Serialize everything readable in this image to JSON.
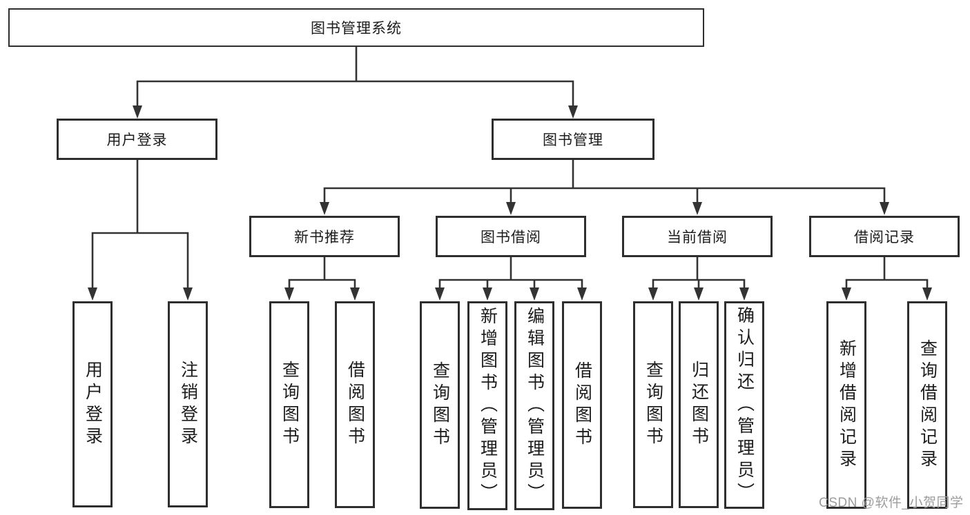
{
  "diagram": {
    "root": {
      "label": "图书管理系统"
    },
    "level2": [
      {
        "label": "用户登录"
      },
      {
        "label": "图书管理"
      }
    ],
    "level3": [
      {
        "label": "新书推荐"
      },
      {
        "label": "图书借阅"
      },
      {
        "label": "当前借阅"
      },
      {
        "label": "借阅记录"
      }
    ],
    "leaves": {
      "user_login": [
        "用户登录",
        "注销登录"
      ],
      "new_books": [
        "查询图书",
        "借阅图书"
      ],
      "book_borrow": [
        "查询图书",
        "新增图书（管理员）",
        "编辑图书（管理员）",
        "借阅图书"
      ],
      "current_borrow": [
        "查询图书",
        "归还图书",
        "确认归还（管理员）"
      ],
      "borrow_records": [
        "新增借阅记录",
        "查询借阅记录"
      ]
    }
  },
  "watermark": "CSDN @软件_小贺同学",
  "colors": {
    "line": "#333333",
    "box_border": "#2e2e2e",
    "text": "#1c1c1c",
    "watermark": "#9c9c9c",
    "background": "#ffffff"
  }
}
